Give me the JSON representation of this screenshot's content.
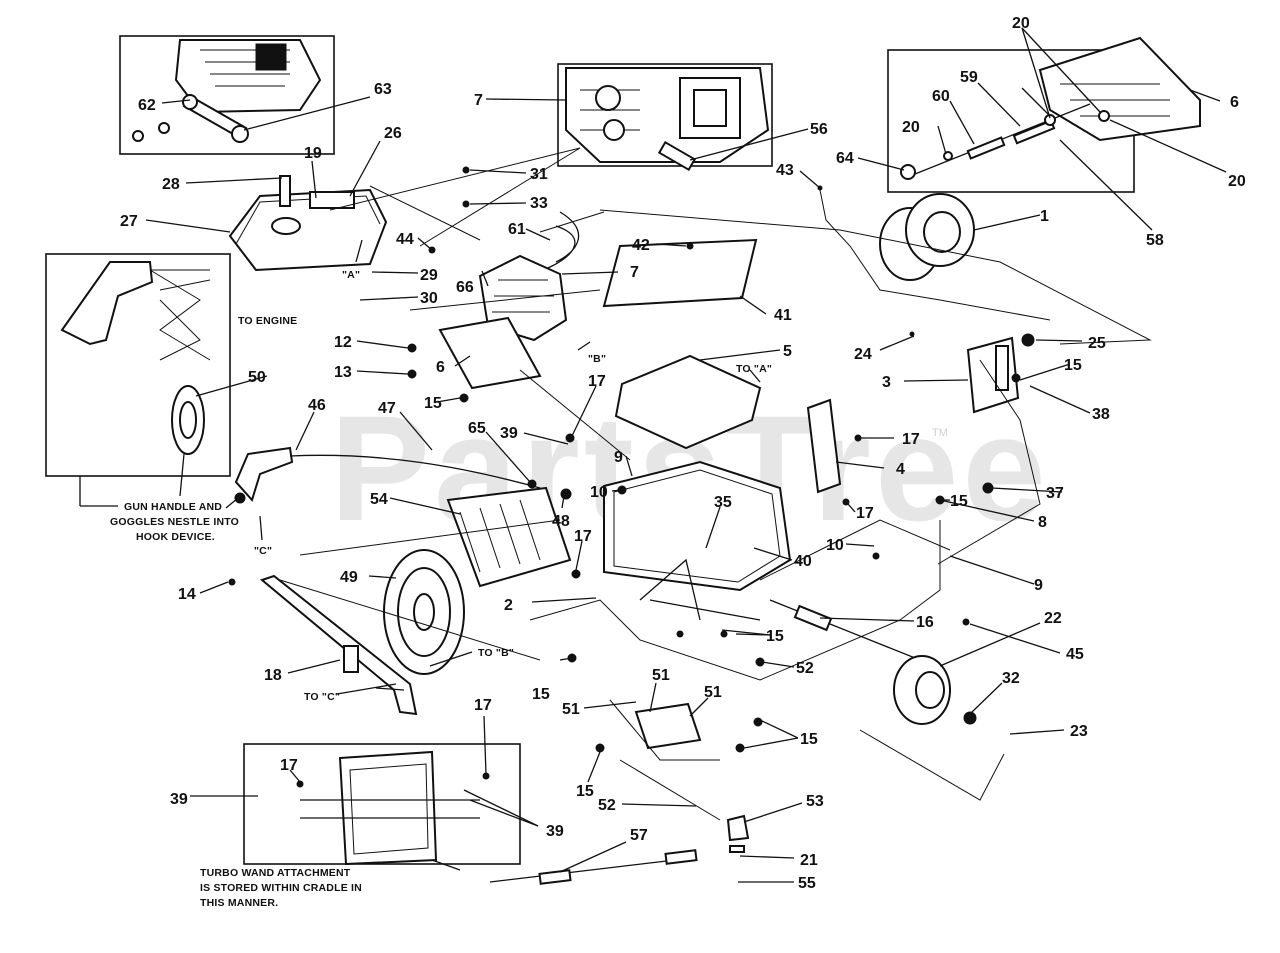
{
  "watermark": {
    "text": "PartsTree",
    "trademark": "TM"
  },
  "callouts": {
    "c1": "1",
    "c2": "2",
    "c3": "3",
    "c4": "4",
    "c5": "5",
    "c6a": "6",
    "c6b": "6",
    "c7a": "7",
    "c7b": "7",
    "c8": "8",
    "c9a": "9",
    "c9b": "9",
    "c10a": "10",
    "c10b": "10",
    "c12": "12",
    "c13": "13",
    "c14": "14",
    "c15a": "15",
    "c15b": "15",
    "c15c": "15",
    "c15d": "15",
    "c15e": "15",
    "c15f": "15",
    "c15g": "15",
    "c16": "16",
    "c17a": "17",
    "c17b": "17",
    "c17c": "17",
    "c17d": "17",
    "c17e": "17",
    "c17f": "17",
    "c18": "18",
    "c19": "19",
    "c20a": "20",
    "c20b": "20",
    "c20c": "20",
    "c21": "21",
    "c22": "22",
    "c23": "23",
    "c24": "24",
    "c25": "25",
    "c26": "26",
    "c27": "27",
    "c28": "28",
    "c29": "29",
    "c30": "30",
    "c31": "31",
    "c32": "32",
    "c33": "33",
    "c35": "35",
    "c37": "37",
    "c38": "38",
    "c39a": "39",
    "c39b": "39",
    "c39c": "39",
    "c40": "40",
    "c41": "41",
    "c42": "42",
    "c43": "43",
    "c44": "44",
    "c45": "45",
    "c46": "46",
    "c47": "47",
    "c48": "48",
    "c49": "49",
    "c50": "50",
    "c51a": "51",
    "c51b": "51",
    "c51c": "51",
    "c52a": "52",
    "c52b": "52",
    "c53": "53",
    "c54": "54",
    "c55": "55",
    "c56": "56",
    "c57": "57",
    "c58": "58",
    "c59": "59",
    "c60": "60",
    "c61": "61",
    "c62": "62",
    "c63": "63",
    "c64": "64",
    "c65": "65",
    "c66": "66"
  },
  "notes": {
    "to_engine": "TO ENGINE",
    "to_a_1": "\"A\"",
    "to_a_2": "TO \"A\"",
    "to_b_1": "\"B\"",
    "to_b_2": "TO \"B\"",
    "to_c_1": "\"C\"",
    "to_c_2": "TO \"C\"",
    "gun_handle": [
      "GUN HANDLE AND",
      "GOGGLES NESTLE INTO",
      "HOOK DEVICE."
    ],
    "turbo_wand": [
      "TURBO WAND ATTACHMENT",
      "IS STORED WITHIN CRADLE IN",
      "THIS MANNER."
    ]
  }
}
